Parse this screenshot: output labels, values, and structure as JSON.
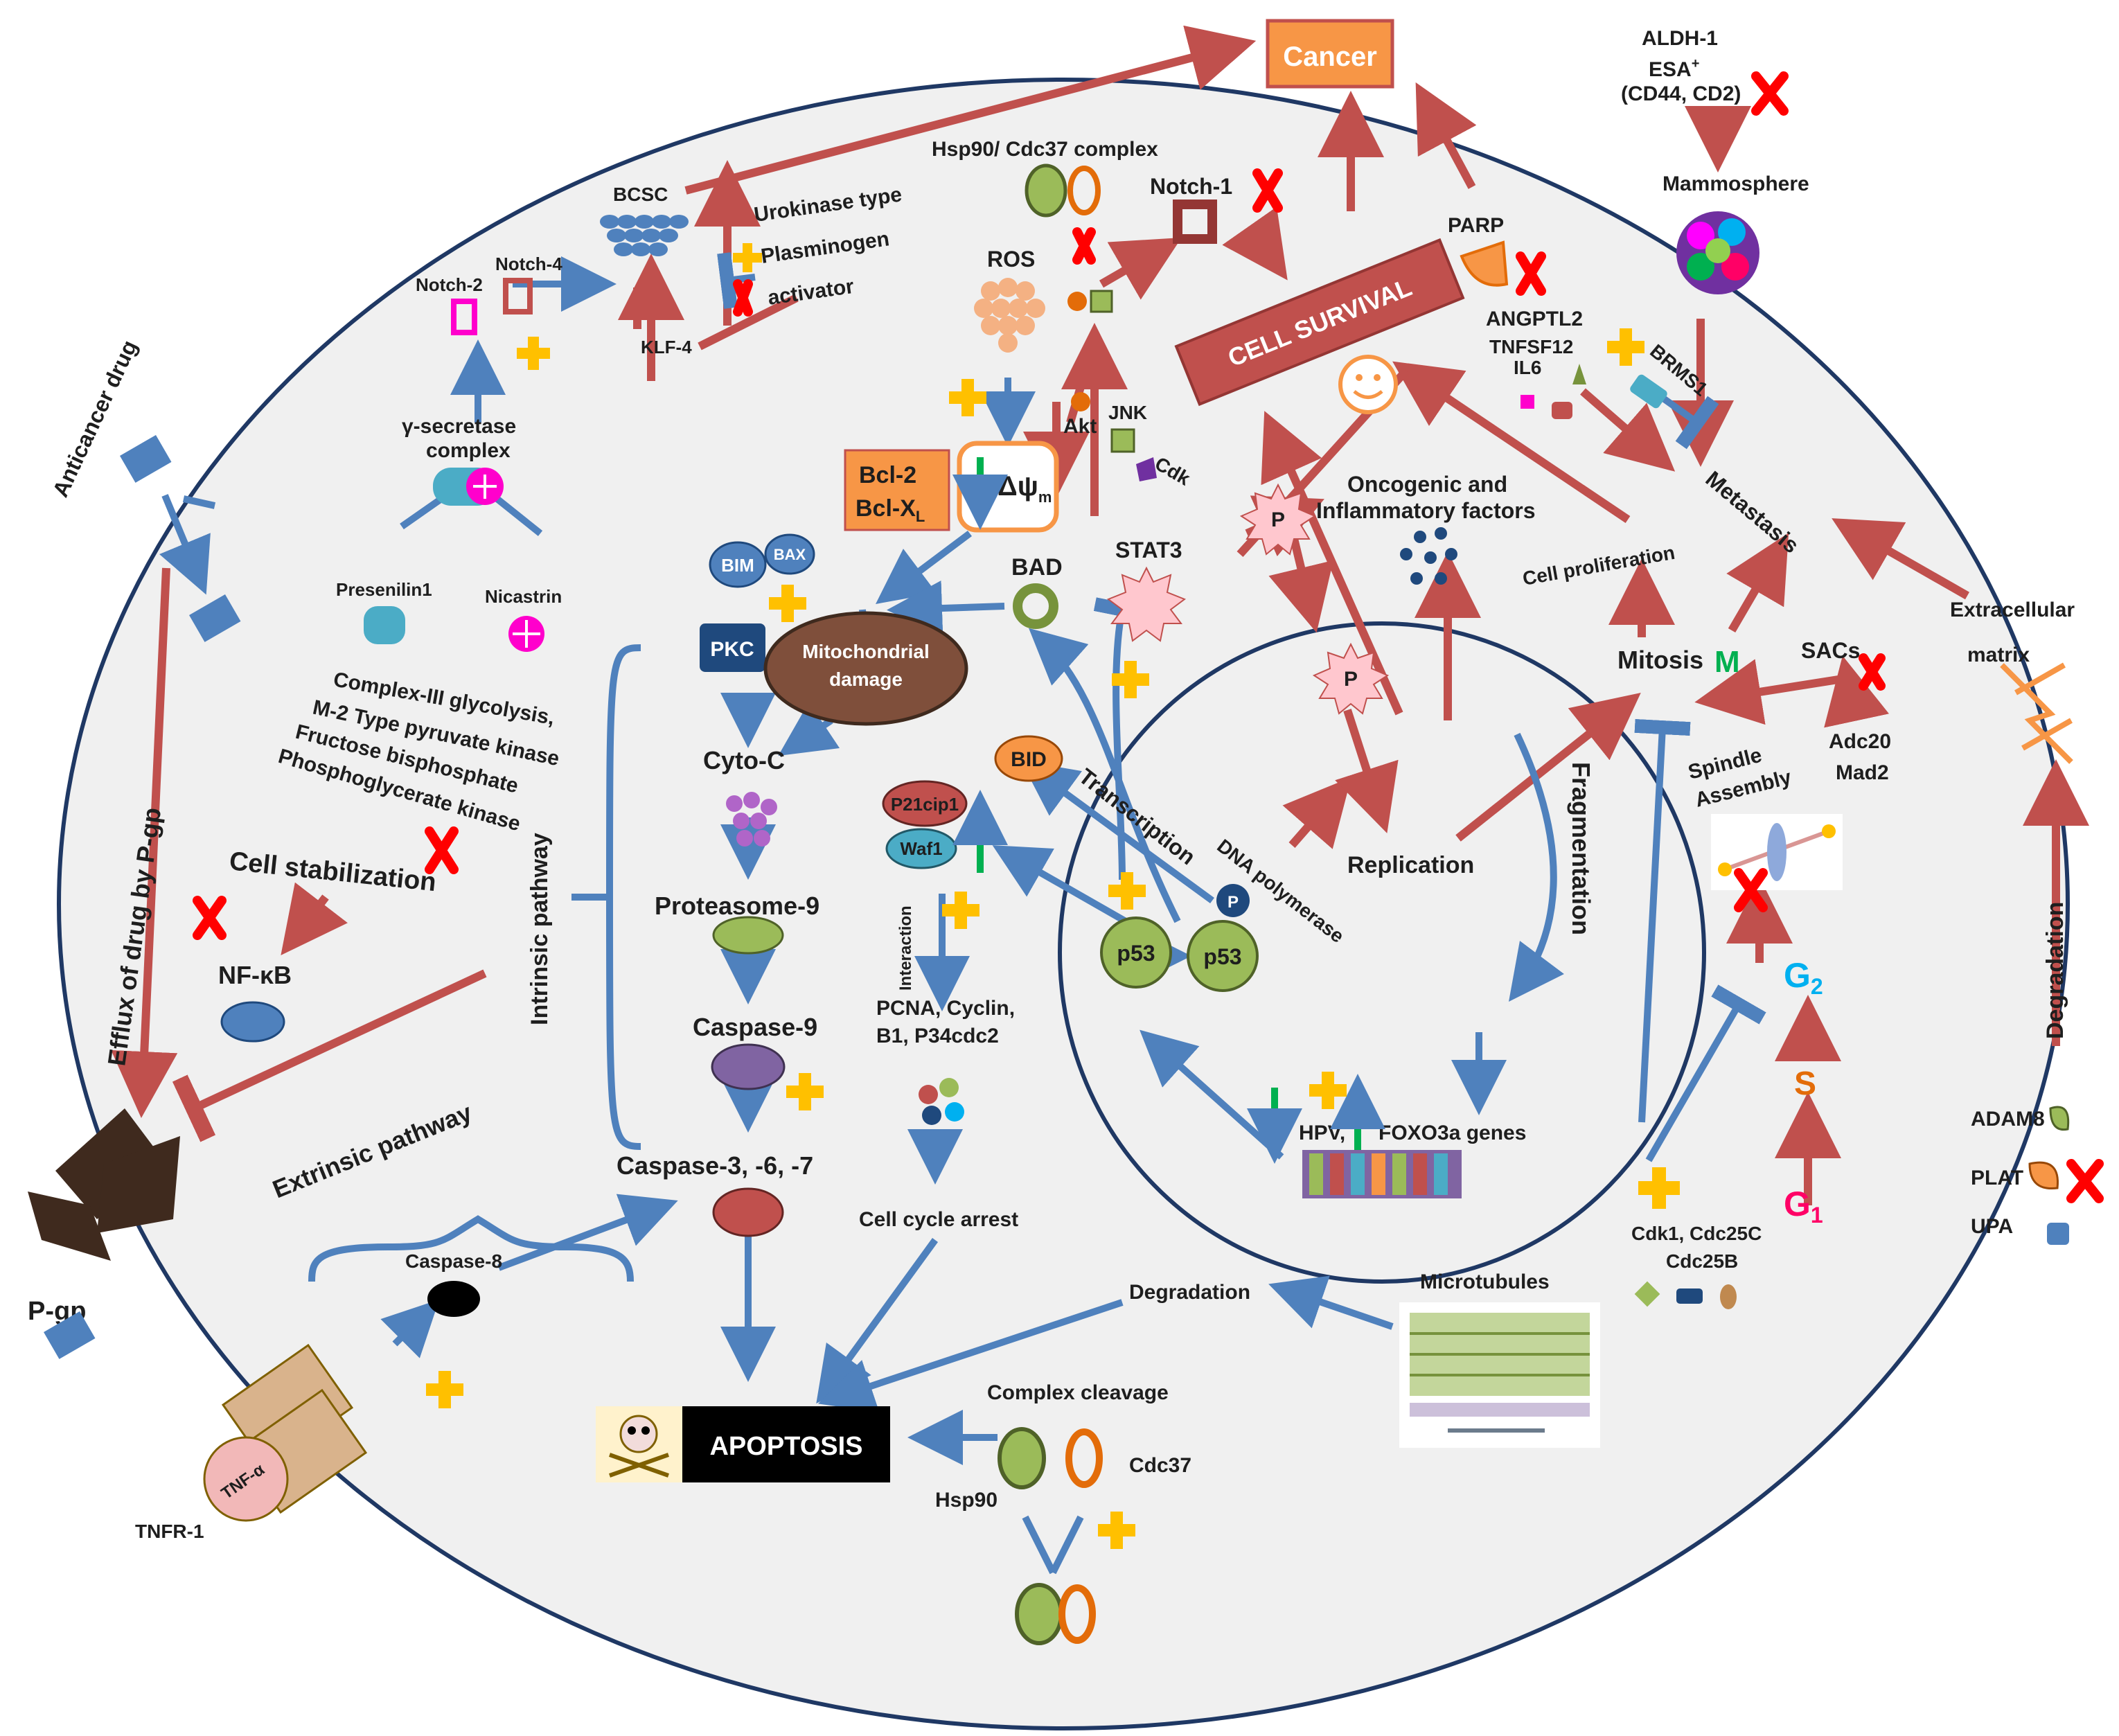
{
  "labels": {
    "cancer": "Cancer",
    "aldh1": "ALDH-1",
    "esa": "ESA",
    "esa_sup": "+",
    "cd44": "(CD44, CD2)",
    "mammosphere": "Mammosphere",
    "hsp_cdc_complex": "Hsp90/ Cdc37 complex",
    "notch1": "Notch-1",
    "bcsc": "BCSC",
    "notch2": "Notch-2",
    "notch4": "Notch-4",
    "urokinase1": "Urokinase type",
    "urokinase2": "Plasminogen",
    "urokinase3": "activator",
    "klf4": "KLF-4",
    "ros": "ROS",
    "parp": "PARP",
    "cell_survival": "CELL SURVIVAL",
    "angptl2": "ANGPTL2",
    "tnfsf12": "TNFSF12",
    "il6": "IL6",
    "brms1": "BRMS1",
    "metastasis": "Metastasis",
    "cell_proliferation": "Cell proliferation",
    "anticancer_drug": "Anticancer drug",
    "gamma_secretase1": "γ-secretase",
    "gamma_secretase2": "complex",
    "presenilin": "Presenilin1",
    "nicastrin": "Nicastrin",
    "akt": "Akt",
    "jnk": "JNK",
    "cdk": "Cdk",
    "bcl2": "Bcl-2",
    "bclxl": "Bcl-X",
    "bclxl_sub": "L",
    "delta_psi": "Δψ",
    "delta_psi_sub": "m",
    "oncogenic1": "Oncogenic and",
    "oncogenic2": "Inflammatory factors",
    "stat3": "STAT3",
    "p_label": "P",
    "bim": "BIM",
    "bax": "BAX",
    "bad": "BAD",
    "pkc": "PKC",
    "mito1": "Mitochondrial",
    "mito2": "damage",
    "complex3_1": "Complex-III glycolysis,",
    "complex3_2": "M-2 Type pyruvate kinase",
    "complex3_3": "Fructose bisphosphate",
    "complex3_4": "Phosphoglycerate kinase",
    "cell_stabilization": "Cell stabilization",
    "nfkb": "NF-κB",
    "efflux": "Efflux of drug by P-gp",
    "intrinsic": "Intrinsic pathway",
    "cytoc": "Cyto-C",
    "bid": "BID",
    "p21": "P21cip1",
    "waf1": "Waf1",
    "transcription": "Transcription",
    "dna_polymerase": "DNA polymerase",
    "replication": "Replication",
    "fragmentation": "Fragmentation",
    "mitosis": "Mitosis",
    "m_label": "M",
    "sacs": "SACs",
    "extracellular1": "Extracellular",
    "extracellular2": "matrix",
    "adc20": "Adc20",
    "mad2": "Mad2",
    "spindle1": "Spindle",
    "spindle2": "Assembly",
    "proteasome": "Proteasome-9",
    "interaction": "Interaction",
    "p53": "p53",
    "p_small": "P",
    "g2": "G",
    "g2_sub": "2",
    "s_phase": "S",
    "g1": "G",
    "g1_sub": "1",
    "degradation_right": "Degradation",
    "pcna1": "PCNA, Cyclin,",
    "pcna2": "B1, P34cdc2",
    "caspase9": "Caspase-9",
    "caspase3": "Caspase-3, -6, -7",
    "hpv": "HPV,",
    "foxo3a": "FOXO3a genes",
    "adam8": "ADAM8",
    "plat": "PLAT",
    "upa": "UPA",
    "cdk1_1": "Cdk1, Cdc25C",
    "cdk1_2": "Cdc25B",
    "extrinsic": "Extrinsic pathway",
    "caspase8": "Caspase-8",
    "cell_cycle_arrest": "Cell cycle arrest",
    "pgp": "P-gp",
    "microtubules": "Microtubules",
    "degradation": "Degradation",
    "complex_cleavage": "Complex cleavage",
    "apoptosis": "APOPTOSIS",
    "cdc37": "Cdc37",
    "hsp90": "Hsp90",
    "tnfr1": "TNFR-1",
    "tnfa": "TNF-α"
  },
  "colors": {
    "red_arrow": "#c0504d",
    "blue_arrow": "#4f81bd",
    "cell_fill": "#f0f0f0",
    "cancer_box": "#f79646",
    "survival_box": "#c0504d",
    "plus": "#ffc000",
    "cross": "#ff0000"
  }
}
